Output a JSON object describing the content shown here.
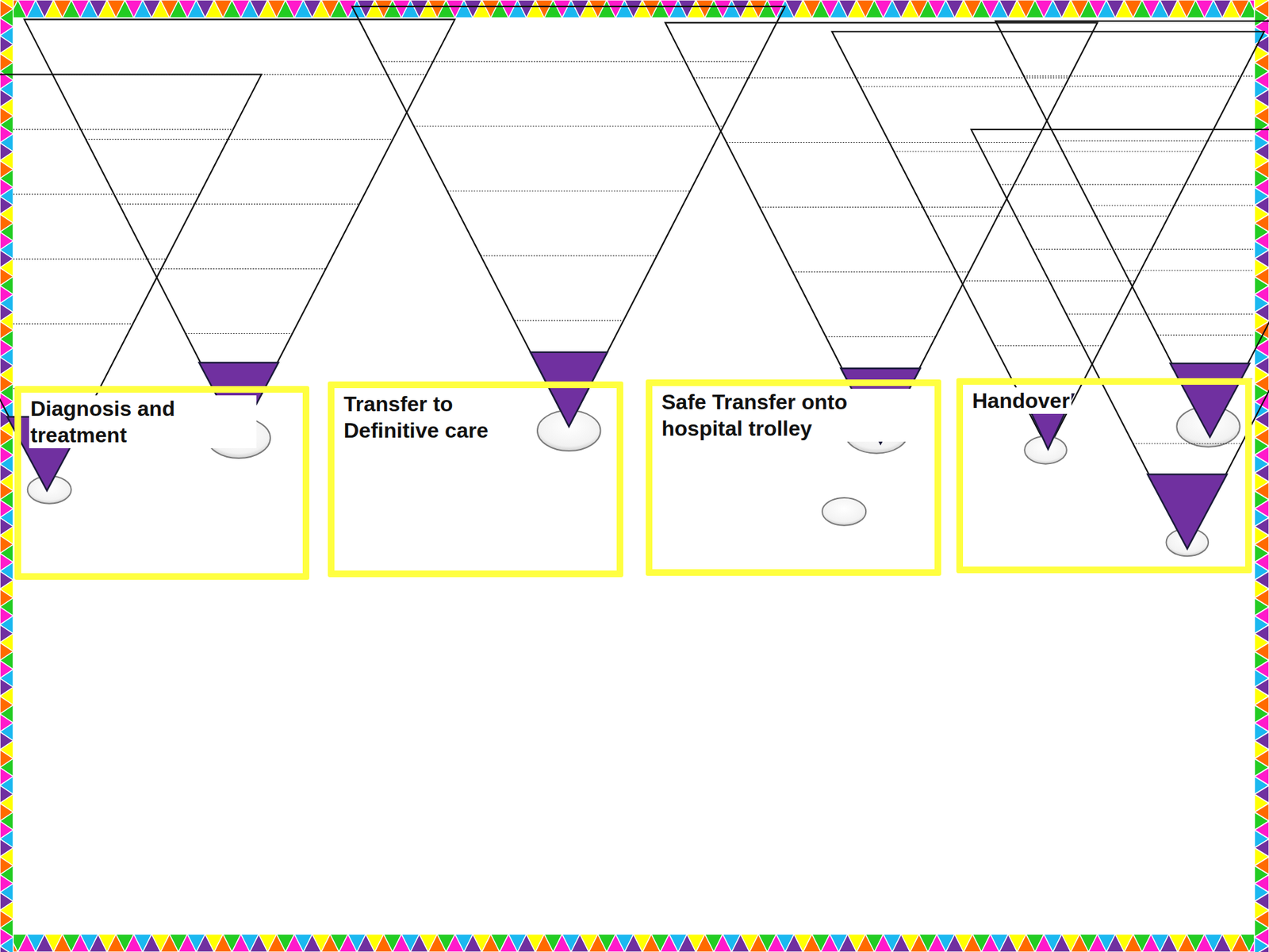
{
  "diagram": {
    "nodes": [
      {
        "text": [
          "Diagnosis and treatment"
        ]
      },
      {
        "text": [
          "Transfer to Definitive care"
        ]
      },
      {
        "text": [
          "Safe Transfer onto hospital trolley"
        ]
      },
      {
        "text": [
          "Handover"
        ]
      }
    ]
  }
}
